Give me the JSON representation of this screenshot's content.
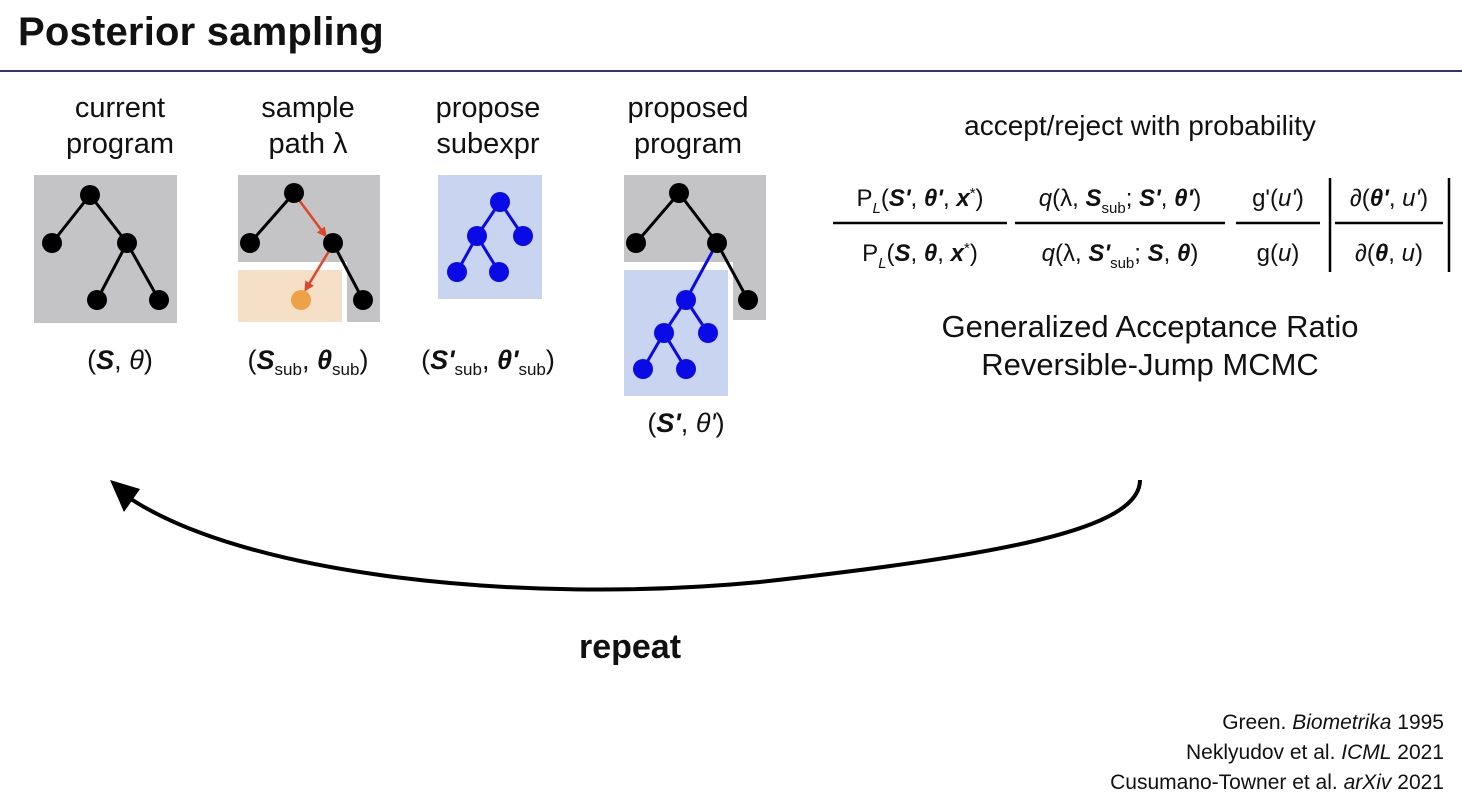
{
  "title": "Posterior sampling",
  "steps": [
    {
      "line1": "current",
      "line2": "program"
    },
    {
      "line1": "sample",
      "line2": "path λ"
    },
    {
      "line1": "propose",
      "line2": "subexpr"
    },
    {
      "line1": "proposed",
      "line2": "program"
    }
  ],
  "variables": {
    "current": {
      "S": "S",
      "sep": ", ",
      "theta": "θ"
    },
    "sampled": {
      "S": "S",
      "S_sub": "sub",
      "sep": ", ",
      "theta": "θ",
      "theta_sub": "sub"
    },
    "proposed_sub": {
      "S": "S'",
      "S_sub": "sub",
      "sep": ", ",
      "theta": "θ'",
      "theta_sub": "sub"
    },
    "proposed": {
      "S": "S'",
      "sep": ", ",
      "theta": "θ'"
    }
  },
  "accept_label": "accept/reject with probability",
  "ratio": {
    "n1": {
      "P": "P",
      "L": "L",
      "open": "(",
      "S": "S'",
      "sep1": ", ",
      "theta": "θ'",
      "sep2": ", ",
      "x": "x",
      "star": "*",
      "close": ")"
    },
    "d1": {
      "P": "P",
      "L": "L",
      "open": "(",
      "S": "S",
      "sep1": ", ",
      "theta": "θ",
      "sep2": ", ",
      "x": "x",
      "star": "*",
      "close": ")"
    },
    "n2": {
      "q": "q",
      "open": "(λ, ",
      "S": "S",
      "sub": "sub",
      "semi": "; ",
      "S2": "S'",
      "sep": ", ",
      "theta": "θ'",
      "close": ")"
    },
    "d2": {
      "q": "q",
      "open": "(λ, ",
      "S": "S'",
      "sub": "sub",
      "semi": "; ",
      "S2": "S",
      "sep": ", ",
      "theta": "θ",
      "close": ")"
    },
    "n3": {
      "g": "g'(",
      "u": "u'",
      "close": ")"
    },
    "d3": {
      "g": "g(",
      "u": "u",
      "close": ")"
    },
    "n4": {
      "d": "∂(",
      "theta": "θ'",
      "sep": ", ",
      "u": "u'",
      "close": ")"
    },
    "d4": {
      "d": "∂(",
      "theta": "θ",
      "sep": ", ",
      "u": "u",
      "close": ")"
    }
  },
  "gar_line1": "Generalized Acceptance Ratio",
  "gar_line2": "Reversible-Jump MCMC",
  "repeat": "repeat",
  "references": [
    {
      "author": "Green. ",
      "venue": "Biometrika",
      "year": " 1995"
    },
    {
      "author": "Neklyudov et al. ",
      "venue": "ICML",
      "year": " 2021"
    },
    {
      "author": "Cusumano-Towner et al. ",
      "venue": "arXiv",
      "year": " 2021"
    }
  ],
  "colors": {
    "gray_box": "#c4c3c6",
    "blue_box": "#c8d4f0",
    "orange_box": "#f5dfc6",
    "orange_node": "#eda247",
    "blue_node": "#0a0ae6",
    "red_arrow": "#e0452a",
    "rule": "#2c3476"
  }
}
